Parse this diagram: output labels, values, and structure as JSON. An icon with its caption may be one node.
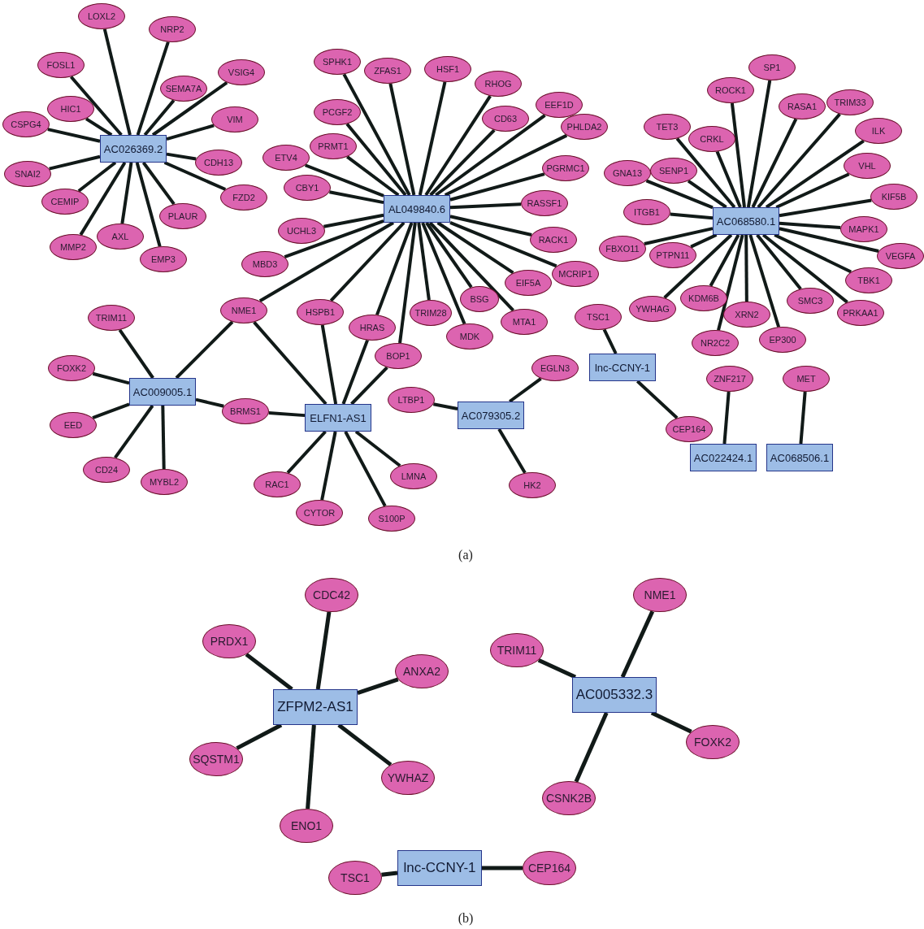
{
  "diagram": {
    "nodes": [
      {
        "text": [
          "AC026369.2"
        ]
      },
      {
        "text": [
          "LOXL2"
        ]
      },
      {
        "text": [
          "NRP2"
        ]
      },
      {
        "text": [
          "FOSL1"
        ]
      },
      {
        "text": [
          "SEMA7A"
        ]
      },
      {
        "text": [
          "VSIG4"
        ]
      },
      {
        "text": [
          "HIC1"
        ]
      },
      {
        "text": [
          "CSPG4"
        ]
      },
      {
        "text": [
          "VIM"
        ]
      },
      {
        "text": [
          "CDH13"
        ]
      },
      {
        "text": [
          "SNAI2"
        ]
      },
      {
        "text": [
          "FZD2"
        ]
      },
      {
        "text": [
          "CEMIP"
        ]
      },
      {
        "text": [
          "PLAUR"
        ]
      },
      {
        "text": [
          "AXL"
        ]
      },
      {
        "text": [
          "MMP2"
        ]
      },
      {
        "text": [
          "EMP3"
        ]
      },
      {
        "text": [
          "AL049840.6"
        ]
      },
      {
        "text": [
          "SPHK1"
        ]
      },
      {
        "text": [
          "ZFAS1"
        ]
      },
      {
        "text": [
          "HSF1"
        ]
      },
      {
        "text": [
          "RHOG"
        ]
      },
      {
        "text": [
          "PCGF2"
        ]
      },
      {
        "text": [
          "EEF1D"
        ]
      },
      {
        "text": [
          "CD63"
        ]
      },
      {
        "text": [
          "PHLDA2"
        ]
      },
      {
        "text": [
          "PRMT1"
        ]
      },
      {
        "text": [
          "ETV4"
        ]
      },
      {
        "text": [
          "CBY1"
        ]
      },
      {
        "text": [
          "PGRMC1"
        ]
      },
      {
        "text": [
          "RASSF1"
        ]
      },
      {
        "text": [
          "UCHL3"
        ]
      },
      {
        "text": [
          "RACK1"
        ]
      },
      {
        "text": [
          "MBD3"
        ]
      },
      {
        "text": [
          "MCRIP1"
        ]
      },
      {
        "text": [
          "EIF5A"
        ]
      },
      {
        "text": [
          "BSG"
        ]
      },
      {
        "text": [
          "MTA1"
        ]
      },
      {
        "text": [
          "TRIM28"
        ]
      },
      {
        "text": [
          "MDK"
        ]
      },
      {
        "text": [
          "HSPB1"
        ]
      },
      {
        "text": [
          "HRAS"
        ]
      },
      {
        "text": [
          "BOP1"
        ]
      },
      {
        "text": [
          "NME1"
        ]
      },
      {
        "text": [
          "AC068580.1"
        ]
      },
      {
        "text": [
          "SP1"
        ]
      },
      {
        "text": [
          "ROCK1"
        ]
      },
      {
        "text": [
          "RASA1"
        ]
      },
      {
        "text": [
          "TRIM33"
        ]
      },
      {
        "text": [
          "TET3"
        ]
      },
      {
        "text": [
          "CRKL"
        ]
      },
      {
        "text": [
          "ILK"
        ]
      },
      {
        "text": [
          "VHL"
        ]
      },
      {
        "text": [
          "GNA13"
        ]
      },
      {
        "text": [
          "SENP1"
        ]
      },
      {
        "text": [
          "KIF5B"
        ]
      },
      {
        "text": [
          "ITGB1"
        ]
      },
      {
        "text": [
          "MAPK1"
        ]
      },
      {
        "text": [
          "FBXO11"
        ]
      },
      {
        "text": [
          "PTPN11"
        ]
      },
      {
        "text": [
          "VEGFA"
        ]
      },
      {
        "text": [
          "TBK1"
        ]
      },
      {
        "text": [
          "YWHAG"
        ]
      },
      {
        "text": [
          "KDM6B"
        ]
      },
      {
        "text": [
          "SMC3"
        ]
      },
      {
        "text": [
          "XRN2"
        ]
      },
      {
        "text": [
          "PRKAA1"
        ]
      },
      {
        "text": [
          "NR2C2"
        ]
      },
      {
        "text": [
          "EP300"
        ]
      },
      {
        "text": [
          "AC009005.1"
        ]
      },
      {
        "text": [
          "TRIM11"
        ]
      },
      {
        "text": [
          "FOXK2"
        ]
      },
      {
        "text": [
          "BRMS1"
        ]
      },
      {
        "text": [
          "EED"
        ]
      },
      {
        "text": [
          "CD24"
        ]
      },
      {
        "text": [
          "MYBL2"
        ]
      },
      {
        "text": [
          "ELFN1-AS1"
        ]
      },
      {
        "text": [
          "RAC1"
        ]
      },
      {
        "text": [
          "CYTOR"
        ]
      },
      {
        "text": [
          "LMNA"
        ]
      },
      {
        "text": [
          "S100P"
        ]
      },
      {
        "text": [
          "AC079305.2"
        ]
      },
      {
        "text": [
          "LTBP1"
        ]
      },
      {
        "text": [
          "EGLN3"
        ]
      },
      {
        "text": [
          "HK2"
        ]
      },
      {
        "text": [
          "lnc-CCNY-1"
        ]
      },
      {
        "text": [
          "TSC1"
        ]
      },
      {
        "text": [
          "CEP164"
        ]
      },
      {
        "text": [
          "AC022424.1"
        ]
      },
      {
        "text": [
          "ZNF217"
        ]
      },
      {
        "text": [
          "AC068506.1"
        ]
      },
      {
        "text": [
          "MET"
        ]
      },
      {
        "text": [
          "ZFPM2-AS1"
        ]
      },
      {
        "text": [
          "CDC42"
        ]
      },
      {
        "text": [
          "PRDX1"
        ]
      },
      {
        "text": [
          "ANXA2"
        ]
      },
      {
        "text": [
          "SQSTM1"
        ]
      },
      {
        "text": [
          "YWHAZ"
        ]
      },
      {
        "text": [
          "ENO1"
        ]
      },
      {
        "text": [
          "AC005332.3"
        ]
      },
      {
        "text": [
          "NME1"
        ]
      },
      {
        "text": [
          "TRIM11"
        ]
      },
      {
        "text": [
          "FOXK2"
        ]
      },
      {
        "text": [
          "CSNK2B"
        ]
      },
      {
        "text": [
          "lnc-CCNY-1"
        ]
      },
      {
        "text": [
          "TSC1"
        ]
      },
      {
        "text": [
          "CEP164"
        ]
      }
    ],
    "edges": [
      {
        "from": 0,
        "to": 1,
        "arrow": "none"
      },
      {
        "from": 0,
        "to": 2,
        "arrow": "none"
      },
      {
        "from": 0,
        "to": 3,
        "arrow": "none"
      },
      {
        "from": 0,
        "to": 4,
        "arrow": "none"
      },
      {
        "from": 0,
        "to": 5,
        "arrow": "none"
      },
      {
        "from": 0,
        "to": 6,
        "arrow": "none"
      },
      {
        "from": 0,
        "to": 7,
        "arrow": "none"
      },
      {
        "from": 0,
        "to": 8,
        "arrow": "none"
      },
      {
        "from": 0,
        "to": 9,
        "arrow": "none"
      },
      {
        "from": 0,
        "to": 10,
        "arrow": "none"
      },
      {
        "from": 0,
        "to": 11,
        "arrow": "none"
      },
      {
        "from": 0,
        "to": 12,
        "arrow": "none"
      },
      {
        "from": 0,
        "to": 13,
        "arrow": "none"
      },
      {
        "from": 0,
        "to": 14,
        "arrow": "none"
      },
      {
        "from": 0,
        "to": 15,
        "arrow": "none"
      },
      {
        "from": 0,
        "to": 16,
        "arrow": "none"
      },
      {
        "from": 17,
        "to": 18,
        "arrow": "none"
      },
      {
        "from": 17,
        "to": 19,
        "arrow": "none"
      },
      {
        "from": 17,
        "to": 20,
        "arrow": "none"
      },
      {
        "from": 17,
        "to": 21,
        "arrow": "none"
      },
      {
        "from": 17,
        "to": 22,
        "arrow": "none"
      },
      {
        "from": 17,
        "to": 23,
        "arrow": "none"
      },
      {
        "from": 17,
        "to": 24,
        "arrow": "none"
      },
      {
        "from": 17,
        "to": 25,
        "arrow": "none"
      },
      {
        "from": 17,
        "to": 26,
        "arrow": "none"
      },
      {
        "from": 17,
        "to": 27,
        "arrow": "none"
      },
      {
        "from": 17,
        "to": 28,
        "arrow": "none"
      },
      {
        "from": 17,
        "to": 29,
        "arrow": "none"
      },
      {
        "from": 17,
        "to": 30,
        "arrow": "none"
      },
      {
        "from": 17,
        "to": 31,
        "arrow": "none"
      },
      {
        "from": 17,
        "to": 32,
        "arrow": "none"
      },
      {
        "from": 17,
        "to": 33,
        "arrow": "none"
      },
      {
        "from": 17,
        "to": 34,
        "arrow": "none"
      },
      {
        "from": 17,
        "to": 35,
        "arrow": "none"
      },
      {
        "from": 17,
        "to": 36,
        "arrow": "none"
      },
      {
        "from": 17,
        "to": 37,
        "arrow": "none"
      },
      {
        "from": 17,
        "to": 38,
        "arrow": "none"
      },
      {
        "from": 17,
        "to": 39,
        "arrow": "none"
      },
      {
        "from": 17,
        "to": 40,
        "arrow": "none"
      },
      {
        "from": 17,
        "to": 41,
        "arrow": "none"
      },
      {
        "from": 17,
        "to": 42,
        "arrow": "none"
      },
      {
        "from": 17,
        "to": 43,
        "arrow": "none"
      },
      {
        "from": 44,
        "to": 45,
        "arrow": "none"
      },
      {
        "from": 44,
        "to": 46,
        "arrow": "none"
      },
      {
        "from": 44,
        "to": 47,
        "arrow": "none"
      },
      {
        "from": 44,
        "to": 48,
        "arrow": "none"
      },
      {
        "from": 44,
        "to": 49,
        "arrow": "none"
      },
      {
        "from": 44,
        "to": 50,
        "arrow": "none"
      },
      {
        "from": 44,
        "to": 51,
        "arrow": "none"
      },
      {
        "from": 44,
        "to": 52,
        "arrow": "none"
      },
      {
        "from": 44,
        "to": 53,
        "arrow": "none"
      },
      {
        "from": 44,
        "to": 54,
        "arrow": "none"
      },
      {
        "from": 44,
        "to": 55,
        "arrow": "none"
      },
      {
        "from": 44,
        "to": 56,
        "arrow": "none"
      },
      {
        "from": 44,
        "to": 57,
        "arrow": "none"
      },
      {
        "from": 44,
        "to": 58,
        "arrow": "none"
      },
      {
        "from": 44,
        "to": 59,
        "arrow": "none"
      },
      {
        "from": 44,
        "to": 60,
        "arrow": "none"
      },
      {
        "from": 44,
        "to": 61,
        "arrow": "none"
      },
      {
        "from": 44,
        "to": 62,
        "arrow": "none"
      },
      {
        "from": 44,
        "to": 63,
        "arrow": "none"
      },
      {
        "from": 44,
        "to": 64,
        "arrow": "none"
      },
      {
        "from": 44,
        "to": 65,
        "arrow": "none"
      },
      {
        "from": 44,
        "to": 66,
        "arrow": "none"
      },
      {
        "from": 44,
        "to": 67,
        "arrow": "none"
      },
      {
        "from": 44,
        "to": 68,
        "arrow": "none"
      },
      {
        "from": 69,
        "to": 43,
        "arrow": "none"
      },
      {
        "from": 69,
        "to": 70,
        "arrow": "none"
      },
      {
        "from": 69,
        "to": 71,
        "arrow": "none"
      },
      {
        "from": 69,
        "to": 72,
        "arrow": "none"
      },
      {
        "from": 69,
        "to": 73,
        "arrow": "none"
      },
      {
        "from": 69,
        "to": 74,
        "arrow": "none"
      },
      {
        "from": 69,
        "to": 75,
        "arrow": "none"
      },
      {
        "from": 76,
        "to": 43,
        "arrow": "none"
      },
      {
        "from": 76,
        "to": 40,
        "arrow": "none"
      },
      {
        "from": 76,
        "to": 41,
        "arrow": "none"
      },
      {
        "from": 76,
        "to": 42,
        "arrow": "none"
      },
      {
        "from": 76,
        "to": 72,
        "arrow": "none"
      },
      {
        "from": 76,
        "to": 77,
        "arrow": "none"
      },
      {
        "from": 76,
        "to": 78,
        "arrow": "none"
      },
      {
        "from": 76,
        "to": 79,
        "arrow": "none"
      },
      {
        "from": 76,
        "to": 80,
        "arrow": "none"
      },
      {
        "from": 81,
        "to": 82,
        "arrow": "none"
      },
      {
        "from": 81,
        "to": 83,
        "arrow": "none"
      },
      {
        "from": 81,
        "to": 84,
        "arrow": "none"
      },
      {
        "from": 85,
        "to": 86,
        "arrow": "none"
      },
      {
        "from": 85,
        "to": 87,
        "arrow": "none"
      },
      {
        "from": 88,
        "to": 89,
        "arrow": "none"
      },
      {
        "from": 90,
        "to": 91,
        "arrow": "none"
      },
      {
        "from": 92,
        "to": 93,
        "arrow": "none"
      },
      {
        "from": 92,
        "to": 94,
        "arrow": "none"
      },
      {
        "from": 92,
        "to": 95,
        "arrow": "none"
      },
      {
        "from": 92,
        "to": 96,
        "arrow": "none"
      },
      {
        "from": 92,
        "to": 97,
        "arrow": "none"
      },
      {
        "from": 92,
        "to": 98,
        "arrow": "none"
      },
      {
        "from": 99,
        "to": 100,
        "arrow": "none"
      },
      {
        "from": 99,
        "to": 101,
        "arrow": "none"
      },
      {
        "from": 99,
        "to": 102,
        "arrow": "none"
      },
      {
        "from": 99,
        "to": 103,
        "arrow": "none"
      },
      {
        "from": 104,
        "to": 105,
        "arrow": "none"
      },
      {
        "from": 104,
        "to": 106,
        "arrow": "none"
      }
    ],
    "labels": [
      "(a)",
      "(b)"
    ]
  }
}
